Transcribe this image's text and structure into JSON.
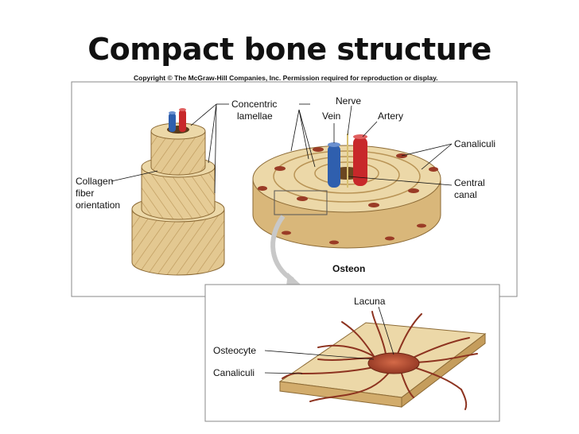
{
  "title": "Compact bone structure",
  "copyright": "Copyright © The McGraw-Hill Companies, Inc. Permission required for reproduction or display.",
  "labels": {
    "concentric_lamellae": [
      "Concentric",
      "lamellae"
    ],
    "nerve": "Nerve",
    "vein": "Vein",
    "artery": "Artery",
    "canaliculi_top": "Canaliculi",
    "collagen_fiber_orientation": [
      "Collagen",
      "fiber",
      "orientation"
    ],
    "central_canal": [
      "Central",
      "canal"
    ],
    "osteon": "Osteon",
    "lacuna": "Lacuna",
    "osteocyte": "Osteocyte",
    "canaliculi_bottom": "Canaliculi"
  },
  "colors": {
    "bone": "#e3c891",
    "bone_dark": "#c9a566",
    "bone_top": "#ecd8a8",
    "vein": "#2f5fae",
    "artery": "#c8282a",
    "osteocyte": "#9a3b26",
    "frame": "#8a8a8a"
  }
}
